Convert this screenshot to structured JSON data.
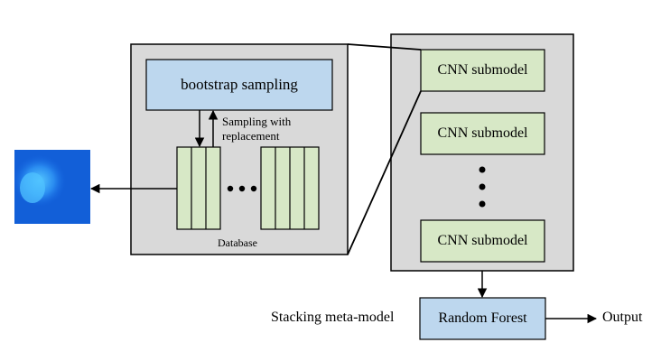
{
  "diagram": {
    "bootstrap_box": {
      "label": "bootstrap sampling"
    },
    "sampling_note": "Sampling with replacement",
    "database_label": "Database",
    "cnn_submodels": [
      {
        "label": "CNN submodel"
      },
      {
        "label": "CNN submodel"
      },
      {
        "label": "CNN submodel"
      }
    ],
    "meta_model": {
      "caption": "Stacking meta-model",
      "box_label": "Random Forest"
    },
    "output_label": "Output",
    "colors": {
      "panel_fill": "#d9d9d9",
      "bootstrap_fill": "#bdd7ee",
      "cnn_fill": "#d7e8c6",
      "database_fill": "#d7e8c6",
      "random_forest_fill": "#bdd7ee",
      "image_blue": "#1565e0",
      "stroke": "#000000"
    }
  }
}
